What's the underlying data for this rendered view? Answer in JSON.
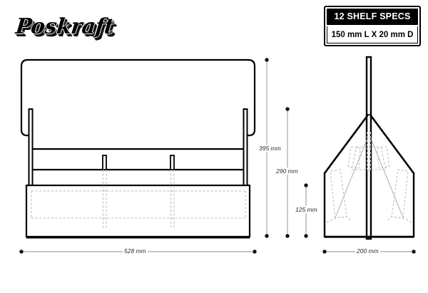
{
  "brand": {
    "name": "Poskraft"
  },
  "spec_plate": {
    "title": "12 SHELF SPECS",
    "value": "150 mm L X 20 mm D"
  },
  "colors": {
    "ink": "#000000",
    "paper": "#ffffff",
    "hidden_line": "#b9b9b9",
    "dim_line": "#6f6f6f",
    "dim_text": "#2b2b2b"
  },
  "dimensions": {
    "front_height_outer": "395 mm",
    "front_height_mid": "290 mm",
    "front_height_inner": "125 mm",
    "front_width": "528 mm",
    "side_width": "200 mm"
  },
  "views": {
    "front": {
      "name": "front-elevation"
    },
    "side": {
      "name": "side-elevation"
    }
  }
}
